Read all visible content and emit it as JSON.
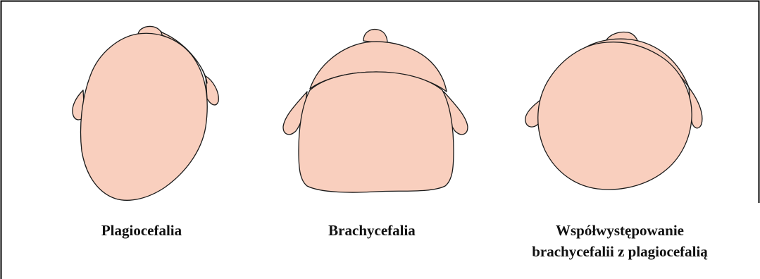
{
  "colors": {
    "skin_fill": "#f9cfbe",
    "outline": "#1a1a1a",
    "frame": "#000000",
    "background": "#ffffff"
  },
  "figures": [
    {
      "id": "plagiocefalia",
      "caption": "Plagiocefalia"
    },
    {
      "id": "brachycefalia",
      "caption": "Brachycefalia"
    },
    {
      "id": "mixed",
      "caption_line1": "Współwystępowanie",
      "caption_line2": "brachycefalii z plagiocefalią"
    }
  ]
}
